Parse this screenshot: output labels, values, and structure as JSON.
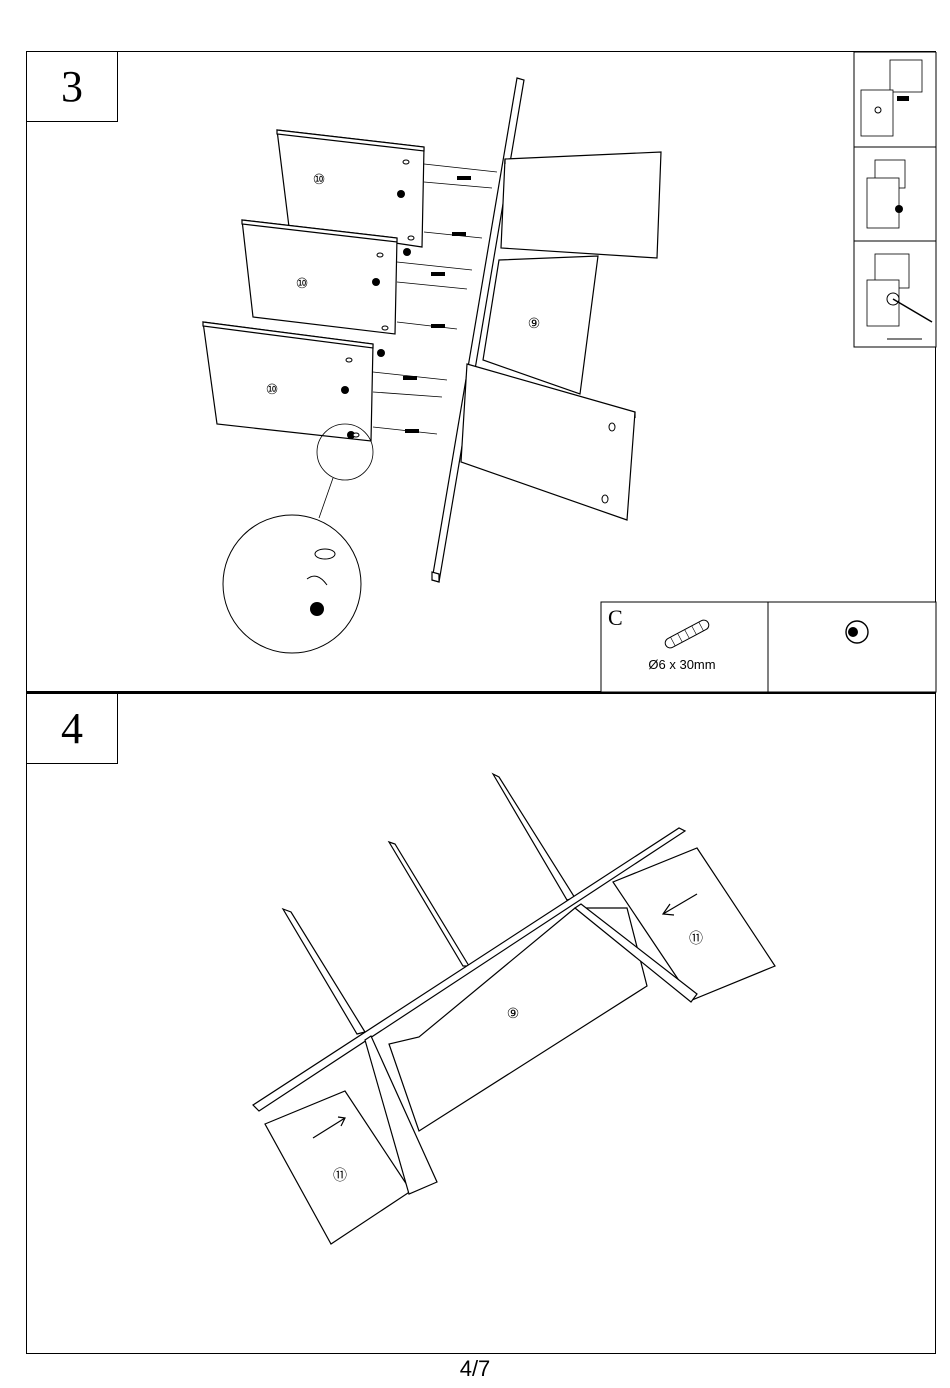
{
  "steps": [
    {
      "number": "3",
      "part_labels": [
        "⑩",
        "⑩",
        "⑩",
        "⑨"
      ]
    },
    {
      "number": "4",
      "part_labels": [
        "⑨",
        "⑪",
        "⑪"
      ]
    }
  ],
  "hardware": {
    "letter": "C",
    "dowel_spec": "Ø6 x 30mm"
  },
  "page_number": "4/7"
}
